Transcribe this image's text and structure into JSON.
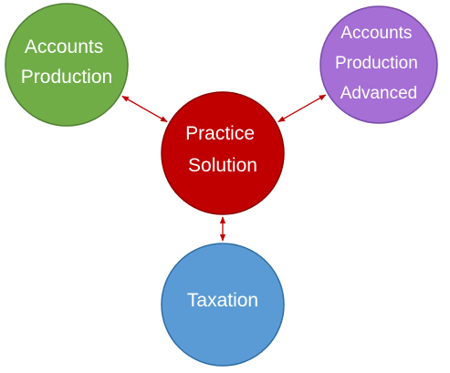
{
  "diagram": {
    "nodes": [
      {
        "id": "practice",
        "lines": [
          "Practice",
          "Solution"
        ],
        "color": "#c00000",
        "stroke": "#8b0000"
      },
      {
        "id": "accounts",
        "lines": [
          "Accounts",
          "Production"
        ],
        "color": "#70ad47",
        "stroke": "#507e32"
      },
      {
        "id": "advanced",
        "lines": [
          "Accounts",
          "Production",
          "Advanced"
        ],
        "color": "#a56fd6",
        "stroke": "#7a4aa8"
      },
      {
        "id": "taxation",
        "lines": [
          "Taxation"
        ],
        "color": "#5b9bd5",
        "stroke": "#2e6da4"
      }
    ],
    "edges": [
      {
        "from": "practice",
        "to": "accounts"
      },
      {
        "from": "practice",
        "to": "advanced"
      },
      {
        "from": "practice",
        "to": "taxation"
      }
    ],
    "edge_color": "#c00000"
  }
}
